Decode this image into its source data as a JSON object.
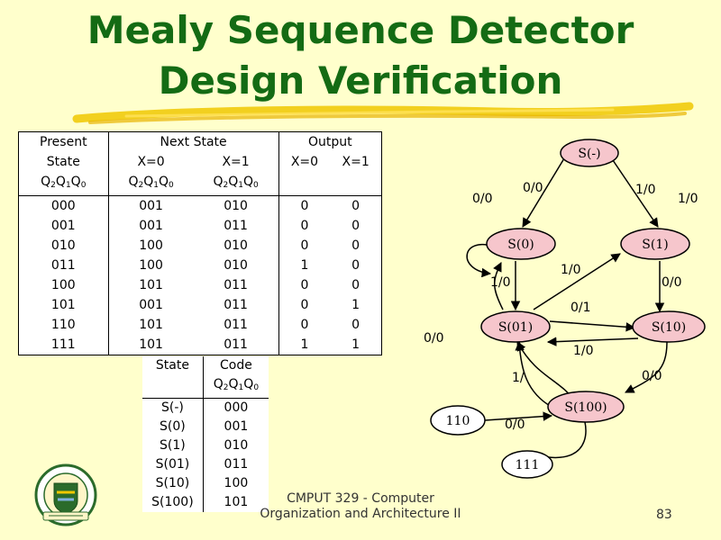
{
  "slide": {
    "title_line1": "Mealy Sequence Detector",
    "title_line2": "Design Verification",
    "footer_line1": "CMPUT 329 - Computer",
    "footer_line2": "Organization and Architecture II",
    "page_number": "83"
  },
  "colors": {
    "background": "#ffffcc",
    "title": "#146b14",
    "state_fill": "#f6c6cc",
    "highlight": "#f0c800"
  },
  "state_table": {
    "h_present": "Present",
    "h_state": "State",
    "h_next_state": "Next State",
    "h_output": "Output",
    "h_x0": "X=0",
    "h_x1": "X=1",
    "h_code_letter": "Q",
    "rows": [
      {
        "present": "000",
        "next0": "001",
        "next1": "010",
        "out0": "0",
        "out1": "0"
      },
      {
        "present": "001",
        "next0": "001",
        "next1": "011",
        "out0": "0",
        "out1": "0"
      },
      {
        "present": "010",
        "next0": "100",
        "next1": "010",
        "out0": "0",
        "out1": "0"
      },
      {
        "present": "011",
        "next0": "100",
        "next1": "010",
        "out0": "1",
        "out1": "0"
      },
      {
        "present": "100",
        "next0": "101",
        "next1": "011",
        "out0": "0",
        "out1": "0"
      },
      {
        "present": "101",
        "next0": "001",
        "next1": "011",
        "out0": "0",
        "out1": "1"
      },
      {
        "present": "110",
        "next0": "101",
        "next1": "011",
        "out0": "0",
        "out1": "0"
      },
      {
        "present": "111",
        "next0": "101",
        "next1": "011",
        "out0": "1",
        "out1": "1"
      }
    ]
  },
  "code_table": {
    "h_state": "State",
    "h_code": "Code",
    "rows": [
      {
        "state": "S(-)",
        "code": "000"
      },
      {
        "state": "S(0)",
        "code": "001"
      },
      {
        "state": "S(1)",
        "code": "010"
      },
      {
        "state": "S(01)",
        "code": "011"
      },
      {
        "state": "S(10)",
        "code": "100"
      },
      {
        "state": "S(100)",
        "code": "101"
      }
    ]
  },
  "diagram": {
    "nodes": [
      {
        "id": "s_dash",
        "label": "S(-)"
      },
      {
        "id": "s0",
        "label": "S(0)"
      },
      {
        "id": "s1",
        "label": "S(1)"
      },
      {
        "id": "s01",
        "label": "S(01)"
      },
      {
        "id": "s10",
        "label": "S(10)"
      },
      {
        "id": "s100",
        "label": "S(100)"
      },
      {
        "id": "n110",
        "label": "110"
      },
      {
        "id": "n111",
        "label": "111"
      }
    ],
    "edge_labels": [
      {
        "id": "l1",
        "text": "0/0"
      },
      {
        "id": "l2",
        "text": "0/0"
      },
      {
        "id": "l3",
        "text": "1/0"
      },
      {
        "id": "l4",
        "text": "1/0"
      },
      {
        "id": "l5",
        "text": "1/0"
      },
      {
        "id": "l6",
        "text": "1/0"
      },
      {
        "id": "l7",
        "text": "0/0"
      },
      {
        "id": "l8",
        "text": "0/1"
      },
      {
        "id": "l9",
        "text": "0/0"
      },
      {
        "id": "l10",
        "text": "1/0"
      },
      {
        "id": "l11",
        "text": "0/0"
      },
      {
        "id": "l12",
        "text": "1/"
      },
      {
        "id": "l13",
        "text": "0/0"
      }
    ]
  }
}
